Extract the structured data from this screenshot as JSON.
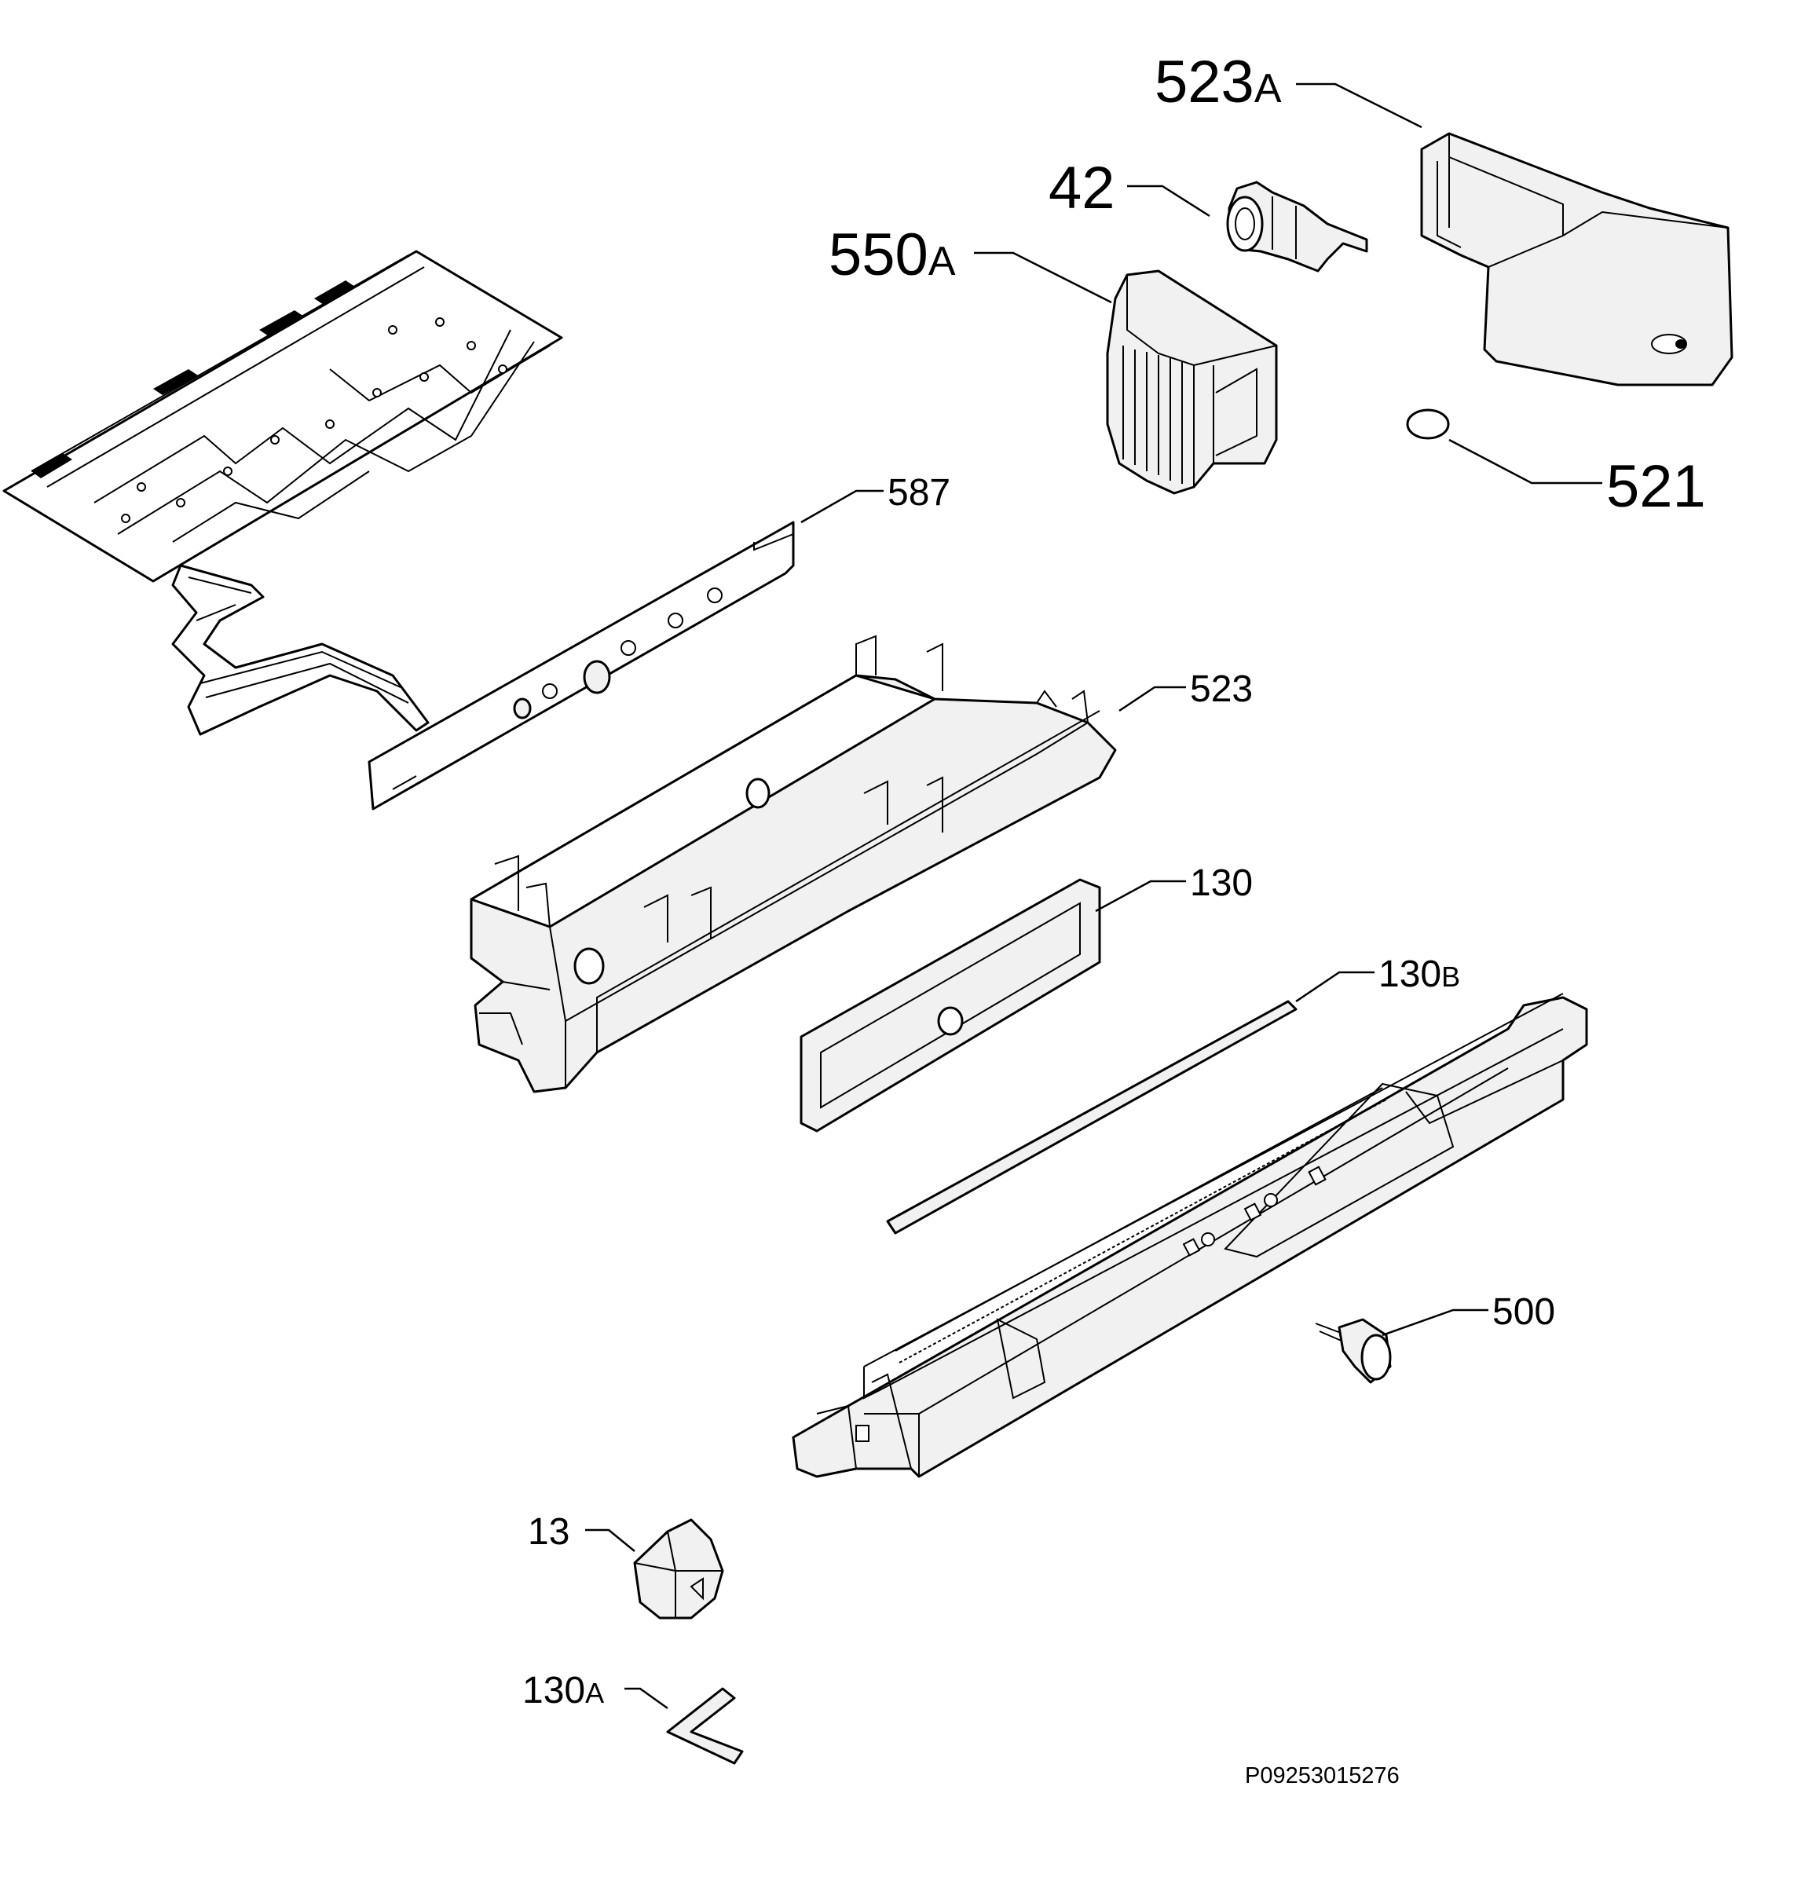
{
  "labels": {
    "l523a": {
      "num": "523",
      "suffix": "A"
    },
    "l42": {
      "num": "42"
    },
    "l550a": {
      "num": "550",
      "suffix": "A"
    },
    "l521": {
      "num": "521"
    },
    "l587": {
      "num": "587"
    },
    "l523": {
      "num": "523"
    },
    "l130": {
      "num": "130"
    },
    "l130b": {
      "num": "130",
      "suffix": "B"
    },
    "l500": {
      "num": "500"
    },
    "l13": {
      "num": "13"
    },
    "l130a": {
      "num": "130",
      "suffix": "A"
    }
  },
  "drawing_code": "P09253015276"
}
